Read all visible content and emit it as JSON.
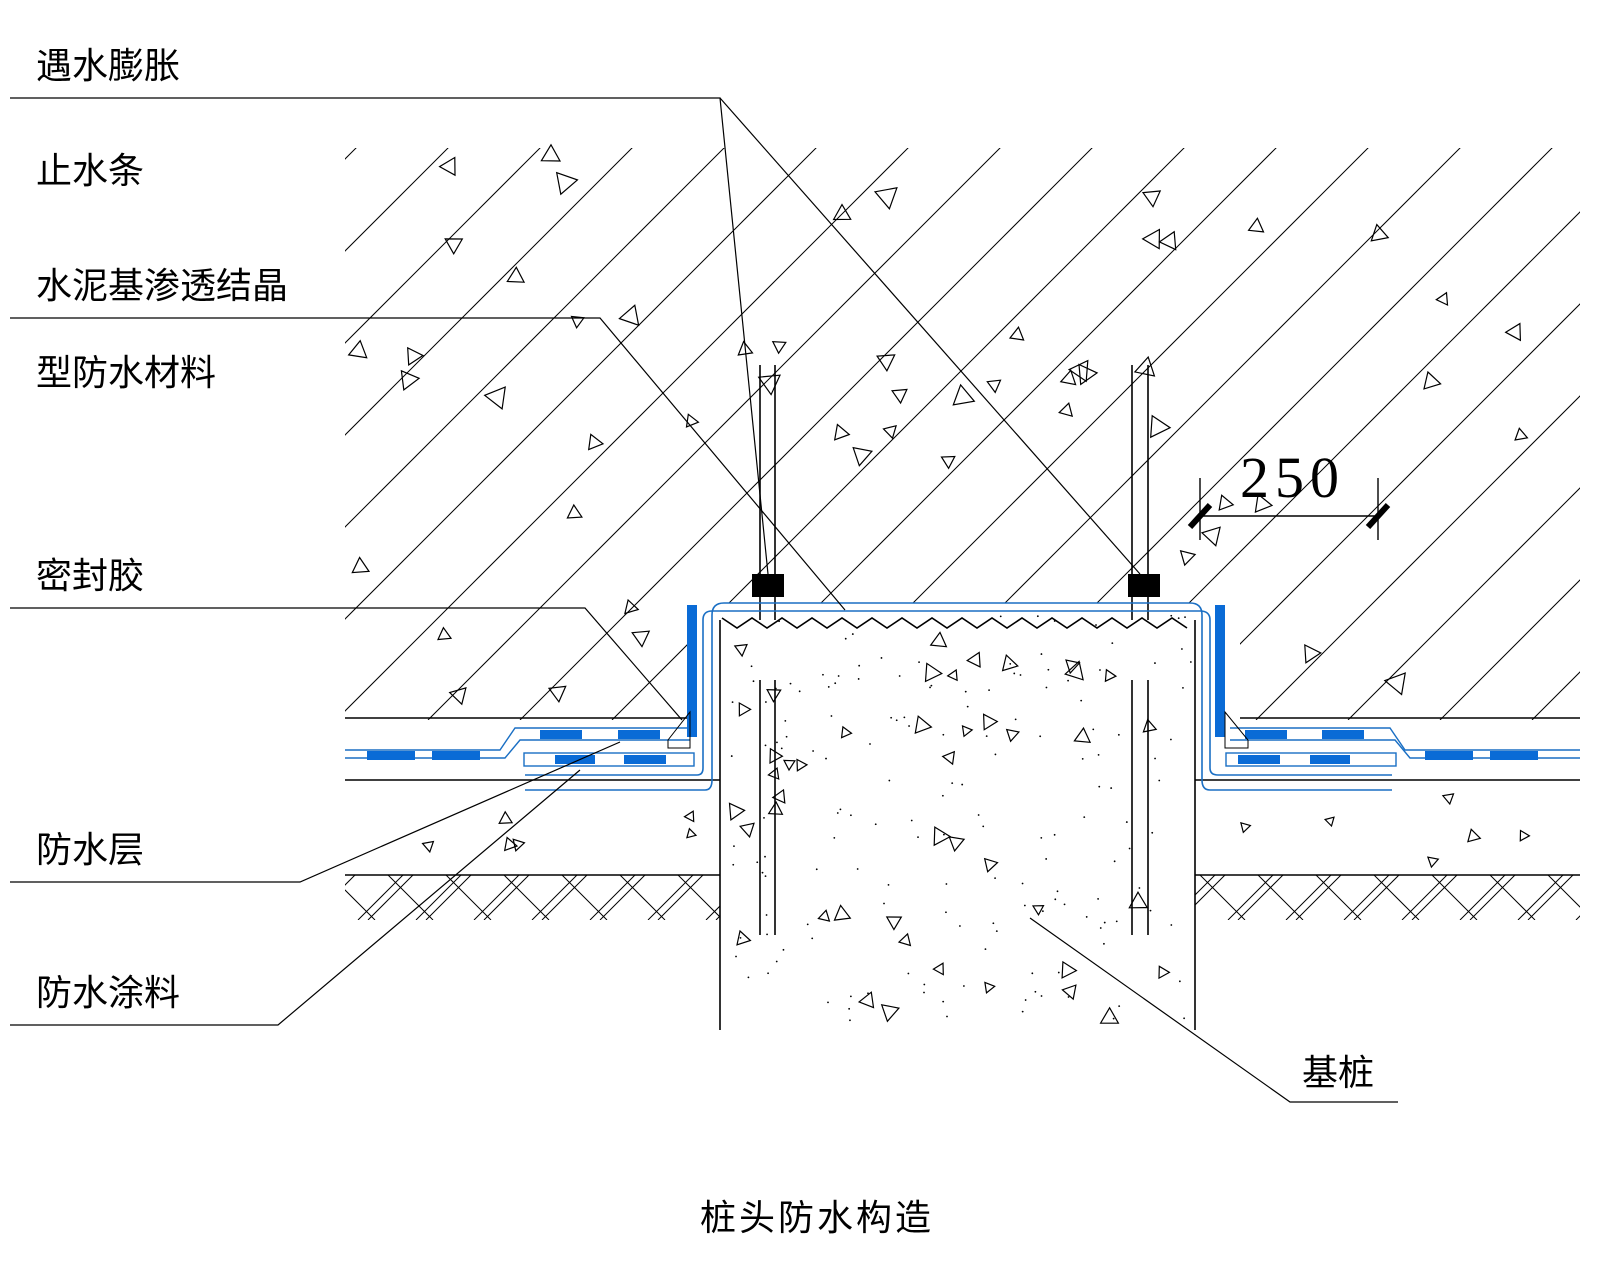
{
  "title": "桩头防水构造",
  "labels": {
    "swelling_strip_line1": "遇水膨胀",
    "swelling_strip_line2": "止水条",
    "crystalline_line1": "水泥基渗透结晶",
    "crystalline_line2": "型防水材料",
    "sealant": "密封胶",
    "waterproof_layer": "防水层",
    "waterproof_coating": "防水涂料",
    "foundation_pile": "基桩"
  },
  "dimension": {
    "value": "250"
  },
  "colors": {
    "line": "#000000",
    "membrane": "#0a6bd6",
    "membrane_outline": "#1a6fc4"
  }
}
